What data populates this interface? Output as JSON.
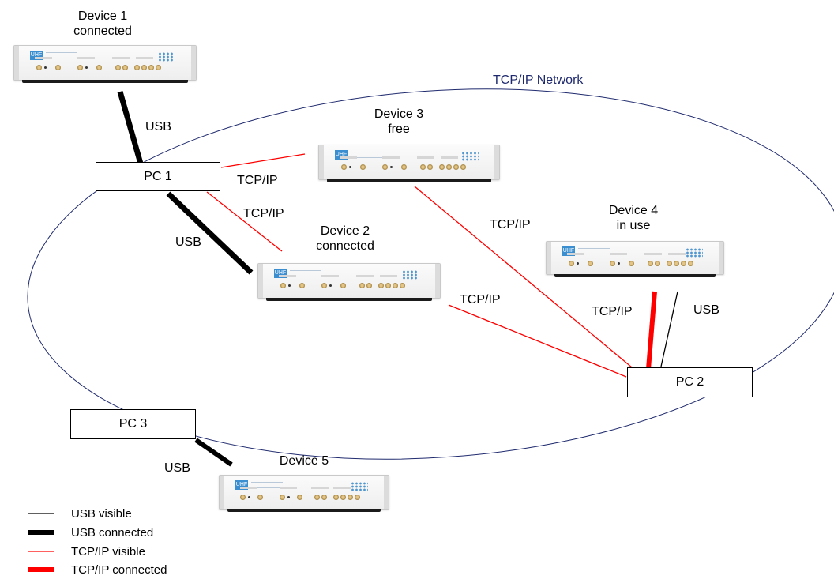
{
  "network": {
    "label": "TCP/IP Network"
  },
  "devices": [
    {
      "id": "device-1",
      "name": "Device 1",
      "state": "connected",
      "badge": "UHF"
    },
    {
      "id": "device-2",
      "name": "Device 2",
      "state": "connected",
      "badge": "UHF"
    },
    {
      "id": "device-3",
      "name": "Device 3",
      "state": "free",
      "badge": "UHF"
    },
    {
      "id": "device-4",
      "name": "Device 4",
      "state": "in use",
      "badge": "UHF"
    },
    {
      "id": "device-5",
      "name": "Device 5",
      "state": "",
      "badge": "UHF"
    }
  ],
  "pcs": [
    {
      "id": "pc-1",
      "label": "PC 1"
    },
    {
      "id": "pc-2",
      "label": "PC 2"
    },
    {
      "id": "pc-3",
      "label": "PC 3"
    }
  ],
  "links": [
    {
      "from": "device-1",
      "to": "pc-1",
      "kind": "USB connected",
      "label": "USB"
    },
    {
      "from": "pc-1",
      "to": "device-2",
      "kind": "USB connected",
      "label": "USB"
    },
    {
      "from": "pc-1",
      "to": "device-3",
      "kind": "TCP/IP visible",
      "label": "TCP/IP"
    },
    {
      "from": "pc-1",
      "to": "device-2",
      "kind": "TCP/IP visible",
      "label": "TCP/IP"
    },
    {
      "from": "device-3",
      "to": "pc-2",
      "kind": "TCP/IP visible",
      "label": "TCP/IP"
    },
    {
      "from": "device-2",
      "to": "pc-2",
      "kind": "TCP/IP visible",
      "label": "TCP/IP"
    },
    {
      "from": "device-4",
      "to": "pc-2",
      "kind": "TCP/IP connected",
      "label": "TCP/IP"
    },
    {
      "from": "device-4",
      "to": "pc-2",
      "kind": "USB visible",
      "label": "USB"
    },
    {
      "from": "pc-3",
      "to": "device-5",
      "kind": "USB connected",
      "label": "USB"
    }
  ],
  "legend": [
    {
      "label": "USB visible",
      "color": "#000000",
      "weight": "thin"
    },
    {
      "label": "USB connected",
      "color": "#000000",
      "weight": "thick"
    },
    {
      "label": "TCP/IP visible",
      "color": "#ff0000",
      "weight": "thin"
    },
    {
      "label": "TCP/IP connected",
      "color": "#ff0000",
      "weight": "thick"
    }
  ],
  "colors": {
    "usb": "#000000",
    "tcpip": "#ff0000",
    "network_outline": "#1f2a6e",
    "device_badge": "#3b8fd0"
  }
}
